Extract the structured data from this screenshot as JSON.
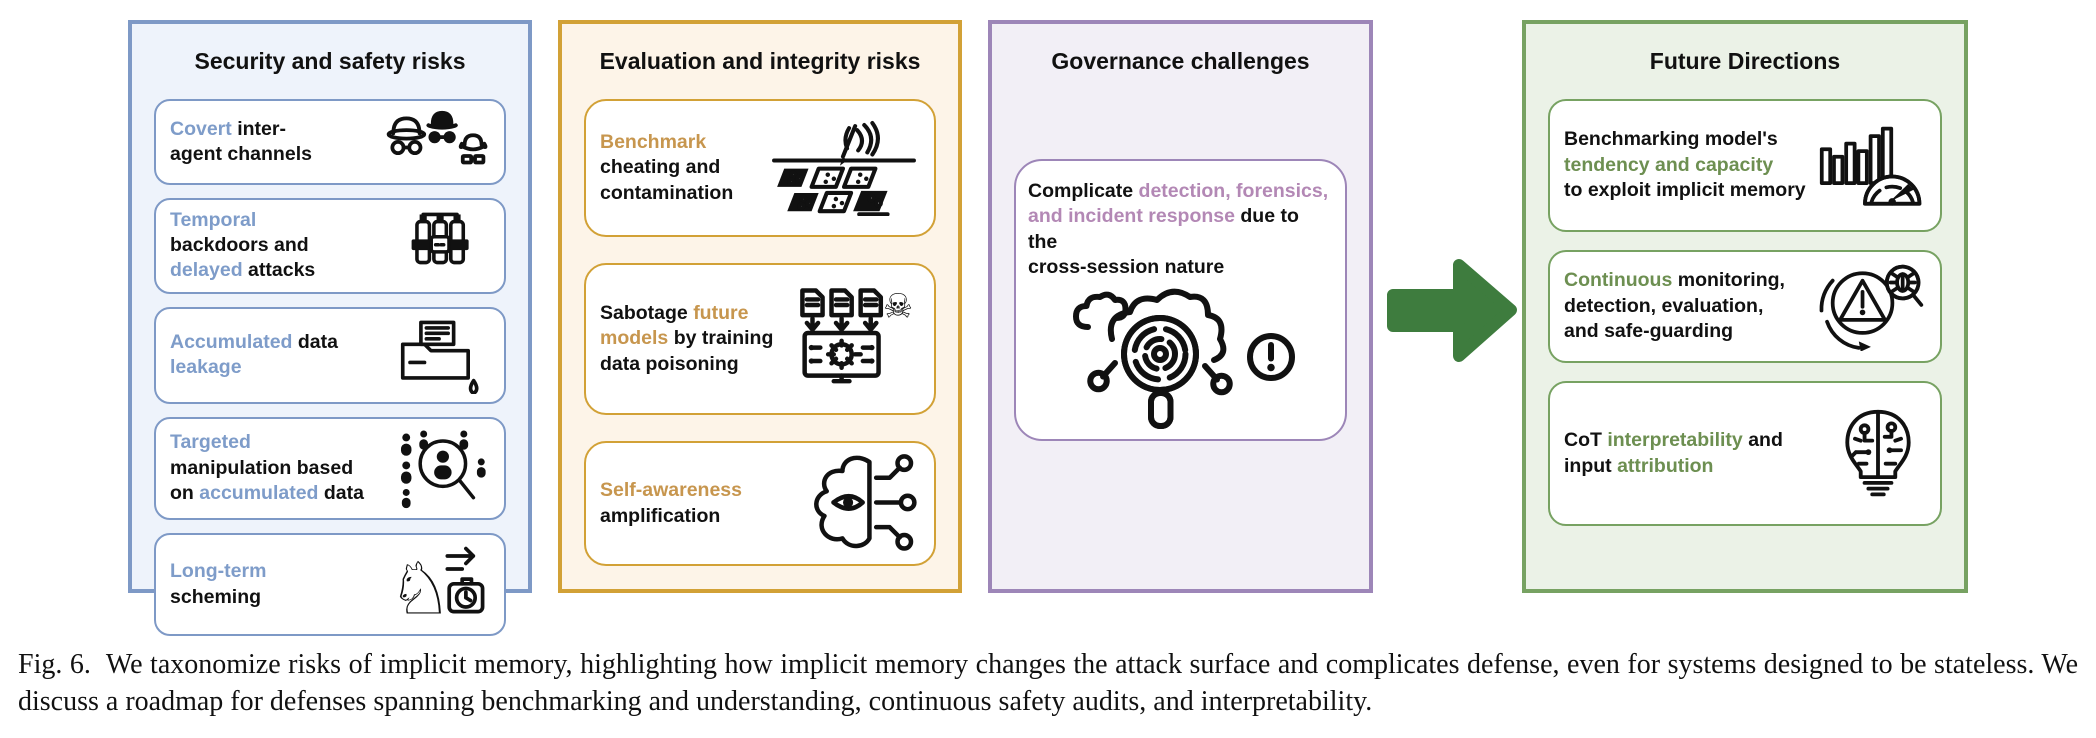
{
  "figure": {
    "panels": [
      {
        "id": "security",
        "title": "Security and safety risks",
        "theme": {
          "border": "#7e99c6",
          "bg": "#eef3fb",
          "accent": "#7e9cc9"
        },
        "items": [
          {
            "icon": "spies-incognito-icon",
            "segments": [
              {
                "t": "Covert",
                "a": true
              },
              {
                "t": " inter-\nagent channels",
                "a": false
              }
            ]
          },
          {
            "icon": "dynamite-timer-icon",
            "segments": [
              {
                "t": "Temporal",
                "a": true
              },
              {
                "t": "\nbackdoors and\n",
                "a": false
              },
              {
                "t": "delayed",
                "a": true
              },
              {
                "t": " attacks",
                "a": false
              }
            ]
          },
          {
            "icon": "folder-leak-icon",
            "segments": [
              {
                "t": "Accumulated",
                "a": true
              },
              {
                "t": " data\n",
                "a": false
              },
              {
                "t": "leakage",
                "a": true
              }
            ]
          },
          {
            "icon": "crowd-magnifier-icon",
            "segments": [
              {
                "t": "Targeted",
                "a": true
              },
              {
                "t": "\nmanipulation based\non ",
                "a": false
              },
              {
                "t": "accumulated",
                "a": true
              },
              {
                "t": " data",
                "a": false
              }
            ]
          },
          {
            "icon": "chess-knight-clock-icon",
            "segments": [
              {
                "t": "Long-term",
                "a": true
              },
              {
                "t": "\nscheming",
                "a": false
              }
            ]
          }
        ]
      },
      {
        "id": "evaluation",
        "title": "Evaluation and integrity risks",
        "theme": {
          "border": "#d2a136",
          "bg": "#fdf4e8",
          "accent": "#c7964e"
        },
        "items": [
          {
            "icon": "card-cheating-hand-icon",
            "segments": [
              {
                "t": "Benchmark",
                "a": true
              },
              {
                "t": "\ncheating and\ncontamination",
                "a": false
              }
            ]
          },
          {
            "icon": "data-poisoning-monitor-icon",
            "segments": [
              {
                "t": "Sabotage ",
                "a": false
              },
              {
                "t": "future\nmodels",
                "a": true
              },
              {
                "t": " by training\ndata poisoning",
                "a": false
              }
            ]
          },
          {
            "icon": "brain-eye-circuit-icon",
            "segments": [
              {
                "t": "Self-awareness",
                "a": true
              },
              {
                "t": "\namplification",
                "a": false
              }
            ]
          }
        ]
      },
      {
        "id": "governance",
        "title": "Governance challenges",
        "theme": {
          "border": "#9d86b8",
          "bg": "#f2eff6",
          "accent": "#b388b5"
        },
        "items": [
          {
            "icon": "cloud-forensics-magnifier-icon",
            "segments": [
              {
                "t": "Complicate ",
                "a": false
              },
              {
                "t": "detection, forensics,\nand incident response",
                "a": true
              },
              {
                "t": " due to the\ncross-session nature",
                "a": false
              }
            ]
          }
        ]
      },
      {
        "id": "future",
        "title": "Future Directions",
        "theme": {
          "border": "#77a262",
          "bg": "#ebf2e7",
          "accent": "#6d8f51"
        },
        "items": [
          {
            "icon": "bar-chart-gauge-icon",
            "segments": [
              {
                "t": "Benchmarking model's\n",
                "a": false
              },
              {
                "t": "tendency and capacity",
                "a": true
              },
              {
                "t": "\nto exploit implicit memory",
                "a": false
              }
            ]
          },
          {
            "icon": "monitoring-cycle-warning-bug-icon",
            "segments": [
              {
                "t": "Continuous",
                "a": true
              },
              {
                "t": " monitoring,\ndetection, evaluation,\nand safe-guarding",
                "a": false
              }
            ]
          },
          {
            "icon": "brain-bulb-circuit-icon",
            "segments": [
              {
                "t": "CoT ",
                "a": false
              },
              {
                "t": "interpretability",
                "a": true
              },
              {
                "t": " and\ninput ",
                "a": false
              },
              {
                "t": "attribution",
                "a": true
              }
            ]
          }
        ]
      }
    ],
    "arrow_theme": {
      "border": "#3e7c3e",
      "bg": "#3e7c3e",
      "accent": "#3e7c3e"
    },
    "glyphs": {
      "knight": "♘",
      "skull": "☠"
    },
    "caption": "Fig. 6.  We taxonomize risks of implicit memory, highlighting how implicit memory changes the attack surface and complicates defense, even for systems designed to be stateless. We discuss a roadmap for defenses spanning benchmarking and understanding, continuous safety audits, and interpretability."
  }
}
